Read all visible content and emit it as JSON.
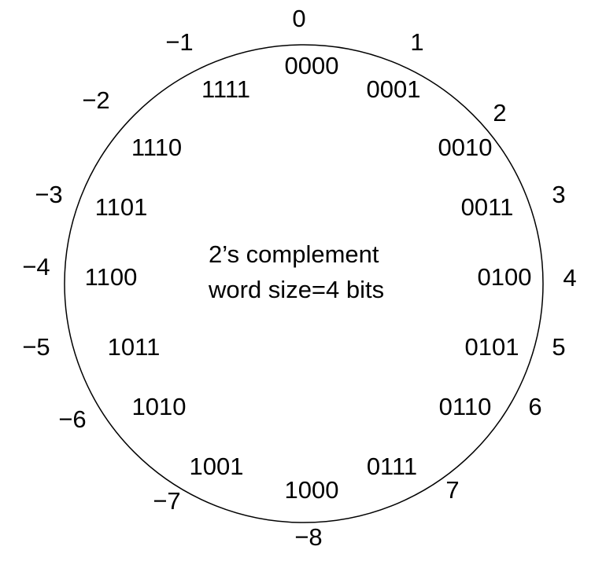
{
  "center_text": {
    "line1": "2’s complement",
    "line2": "word size=4 bits"
  },
  "entries": [
    {
      "decimal": "0",
      "binary": "0000"
    },
    {
      "decimal": "1",
      "binary": "0001"
    },
    {
      "decimal": "2",
      "binary": "0010"
    },
    {
      "decimal": "3",
      "binary": "0011"
    },
    {
      "decimal": "4",
      "binary": "0100"
    },
    {
      "decimal": "5",
      "binary": "0101"
    },
    {
      "decimal": "6",
      "binary": "0110"
    },
    {
      "decimal": "7",
      "binary": "0111"
    },
    {
      "decimal": "−8",
      "binary": "1000"
    },
    {
      "decimal": "−7",
      "binary": "1001"
    },
    {
      "decimal": "−6",
      "binary": "1010"
    },
    {
      "decimal": "−5",
      "binary": "1011"
    },
    {
      "decimal": "−4",
      "binary": "1100"
    },
    {
      "decimal": "−3",
      "binary": "1101"
    },
    {
      "decimal": "−2",
      "binary": "1110"
    },
    {
      "decimal": "−1",
      "binary": "1111"
    }
  ],
  "colors": {
    "stroke": "#000000",
    "background": "#ffffff"
  }
}
